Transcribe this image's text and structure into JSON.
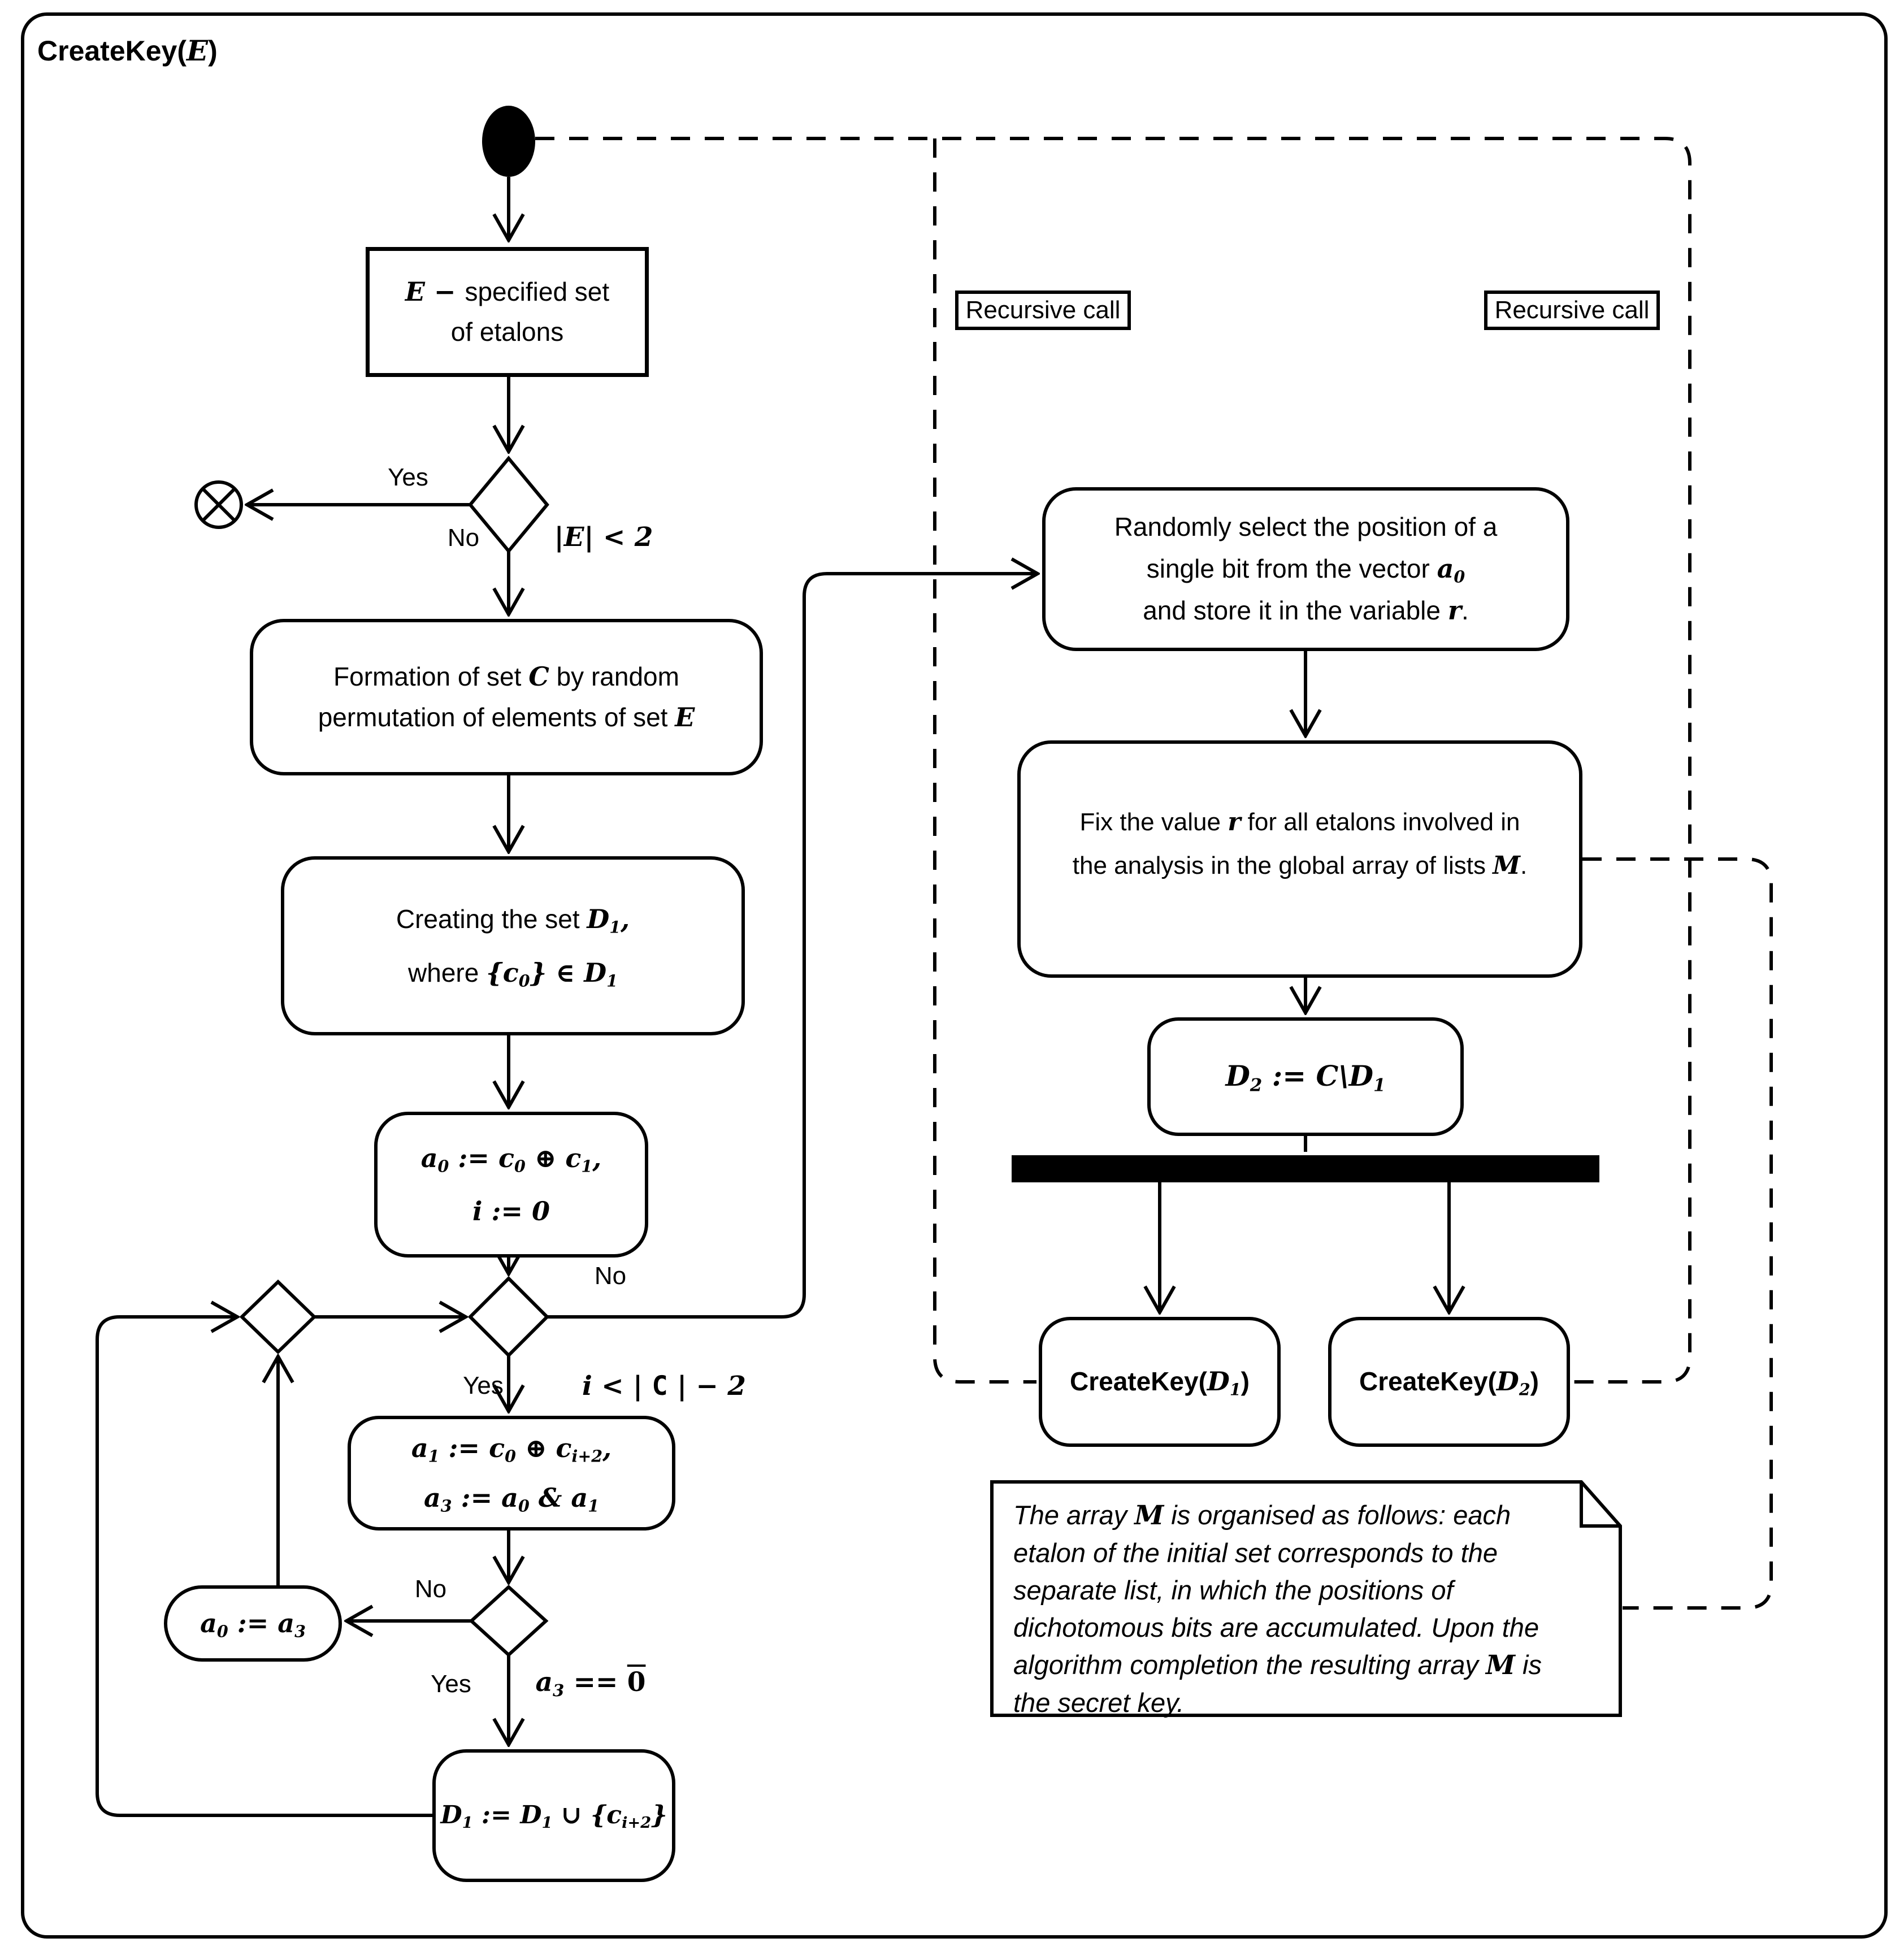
{
  "style": {
    "ink": "#000000",
    "paper": "#ffffff"
  },
  "title": [
    {
      "t": "CreateKey("
    },
    {
      "t": "E",
      "c": "m"
    },
    {
      "t": ")"
    }
  ],
  "icons": {
    "start": "filled-circle-initial-node",
    "terminate": "circle-x-flow-final",
    "decision": "diamond",
    "fork": "black-fork-bar",
    "note_fold": "folded-corner"
  },
  "labels": {
    "yes1": "Yes",
    "no1": "No",
    "yes2": "Yes",
    "no2": "No",
    "yes3": "Yes",
    "no3": "No",
    "cond_e": [
      {
        "t": "|",
        "c": "m"
      },
      {
        "t": "E",
        "c": "m"
      },
      {
        "t": "| < 2",
        "c": "m"
      }
    ],
    "cond_i": [
      {
        "t": "i",
        "c": "m"
      },
      {
        "t": " < | ",
        "c": "m"
      },
      {
        "t": "C",
        "c": "u"
      },
      {
        "t": " | − 2",
        "c": "m"
      }
    ],
    "cond_z": [
      {
        "t": "a",
        "c": "m"
      },
      {
        "t": "3",
        "c": "s"
      },
      {
        "t": " == ",
        "c": "m"
      },
      {
        "t": "0",
        "c": "o"
      }
    ]
  },
  "nodes": {
    "spec": {
      "lines": [
        [
          {
            "t": "E",
            "c": "m"
          },
          {
            "t": " − ",
            "c": "m"
          },
          {
            "t": " specified set"
          }
        ],
        [
          {
            "t": "of etalons"
          }
        ]
      ]
    },
    "formation": {
      "lines": [
        [
          {
            "t": "Formation of set "
          },
          {
            "t": "C",
            "c": "m"
          },
          {
            "t": " by random"
          }
        ],
        [
          {
            "t": "permutation of elements of set "
          },
          {
            "t": "E",
            "c": "m"
          }
        ]
      ]
    },
    "creating": {
      "lines": [
        [
          {
            "t": "Creating the set "
          },
          {
            "t": "D",
            "c": "m"
          },
          {
            "t": "1",
            "c": "s"
          },
          {
            "t": ",",
            "c": "m"
          }
        ],
        [
          {
            "t": "where "
          },
          {
            "t": "{",
            "c": "m"
          },
          {
            "t": "c",
            "c": "m"
          },
          {
            "t": "0",
            "c": "s"
          },
          {
            "t": "} ∈ ",
            "c": "m"
          },
          {
            "t": "D",
            "c": "m"
          },
          {
            "t": "1",
            "c": "s"
          }
        ]
      ]
    },
    "init": {
      "lines": [
        [
          {
            "t": "a",
            "c": "m"
          },
          {
            "t": "0",
            "c": "s"
          },
          {
            "t": " := ",
            "c": "m"
          },
          {
            "t": "c",
            "c": "m"
          },
          {
            "t": "0",
            "c": "s"
          },
          {
            "t": " ⊕ ",
            "c": "m"
          },
          {
            "t": "c",
            "c": "m"
          },
          {
            "t": "1",
            "c": "s"
          },
          {
            "t": ",",
            "c": "m"
          }
        ],
        [
          {
            "t": "i",
            "c": "m"
          },
          {
            "t": " := 0",
            "c": "m"
          }
        ]
      ]
    },
    "iter": {
      "lines": [
        [
          {
            "t": "a",
            "c": "m"
          },
          {
            "t": "1",
            "c": "s"
          },
          {
            "t": " := ",
            "c": "m"
          },
          {
            "t": "c",
            "c": "m"
          },
          {
            "t": "0",
            "c": "s"
          },
          {
            "t": " ⊕ ",
            "c": "m"
          },
          {
            "t": "c",
            "c": "m"
          },
          {
            "t": "i+2",
            "c": "s"
          },
          {
            "t": ",",
            "c": "m"
          }
        ],
        [
          {
            "t": "a",
            "c": "m"
          },
          {
            "t": "3",
            "c": "s"
          },
          {
            "t": " := ",
            "c": "m"
          },
          {
            "t": "a",
            "c": "m"
          },
          {
            "t": "0",
            "c": "s"
          },
          {
            "t": " & ",
            "c": "m"
          },
          {
            "t": "a",
            "c": "m"
          },
          {
            "t": "1",
            "c": "s"
          }
        ]
      ]
    },
    "assign": {
      "lines": [
        [
          {
            "t": "a",
            "c": "m"
          },
          {
            "t": "0",
            "c": "s"
          },
          {
            "t": " := ",
            "c": "m"
          },
          {
            "t": "a",
            "c": "m"
          },
          {
            "t": "3",
            "c": "s"
          }
        ]
      ]
    },
    "union": {
      "lines": [
        [
          {
            "t": "D",
            "c": "m"
          },
          {
            "t": "1",
            "c": "s"
          },
          {
            "t": " := ",
            "c": "m"
          },
          {
            "t": "D",
            "c": "m"
          },
          {
            "t": "1",
            "c": "s"
          },
          {
            "t": " ∪ {",
            "c": "m"
          },
          {
            "t": "c",
            "c": "m"
          },
          {
            "t": "i+2",
            "c": "s"
          },
          {
            "t": "}",
            "c": "m"
          }
        ]
      ]
    },
    "random": {
      "lines": [
        [
          {
            "t": "Randomly select the position of a"
          }
        ],
        [
          {
            "t": "single bit from the vector "
          },
          {
            "t": "a",
            "c": "m"
          },
          {
            "t": "0",
            "c": "s"
          }
        ],
        [
          {
            "t": "and store it in the variable "
          },
          {
            "t": "r",
            "c": "m"
          },
          {
            "t": "."
          }
        ]
      ]
    },
    "fix": {
      "lines": [
        [
          {
            "t": "Fix the value "
          },
          {
            "t": "r",
            "c": "m"
          },
          {
            "t": " for all etalons involved in"
          }
        ],
        [
          {
            "t": "the analysis in the global array of lists "
          },
          {
            "t": "M",
            "c": "m"
          },
          {
            "t": "."
          }
        ]
      ]
    },
    "d2": {
      "lines": [
        [
          {
            "t": "D",
            "c": "m"
          },
          {
            "t": "2",
            "c": "s"
          },
          {
            "t": " := ",
            "c": "m"
          },
          {
            "t": "C",
            "c": "m"
          },
          {
            "t": "\\",
            "c": "m"
          },
          {
            "t": "D",
            "c": "m"
          },
          {
            "t": "1",
            "c": "s"
          }
        ]
      ]
    },
    "ck1": {
      "lines": [
        [
          {
            "t": "CreateKey("
          },
          {
            "t": "D",
            "c": "m"
          },
          {
            "t": "1",
            "c": "s"
          },
          {
            "t": ")"
          }
        ]
      ]
    },
    "ck2": {
      "lines": [
        [
          {
            "t": "CreateKey("
          },
          {
            "t": "D",
            "c": "m"
          },
          {
            "t": "2",
            "c": "s"
          },
          {
            "t": ")"
          }
        ]
      ]
    },
    "rec1": {
      "label": "Recursive call"
    },
    "rec2": {
      "label": "Recursive call"
    },
    "note": {
      "lines": [
        [
          {
            "t": "The array "
          },
          {
            "t": "M",
            "c": "m"
          },
          {
            "t": " is organised as follows: each"
          }
        ],
        [
          {
            "t": "etalon of the initial set corresponds to the"
          }
        ],
        [
          {
            "t": "separate list, in which the positions of"
          }
        ],
        [
          {
            "t": "dichotomous bits are accumulated. Upon the"
          }
        ],
        [
          {
            "t": "algorithm completion the resulting array "
          },
          {
            "t": "M",
            "c": "m"
          },
          {
            "t": " is"
          }
        ],
        [
          {
            "t": "the secret key."
          }
        ]
      ]
    }
  }
}
